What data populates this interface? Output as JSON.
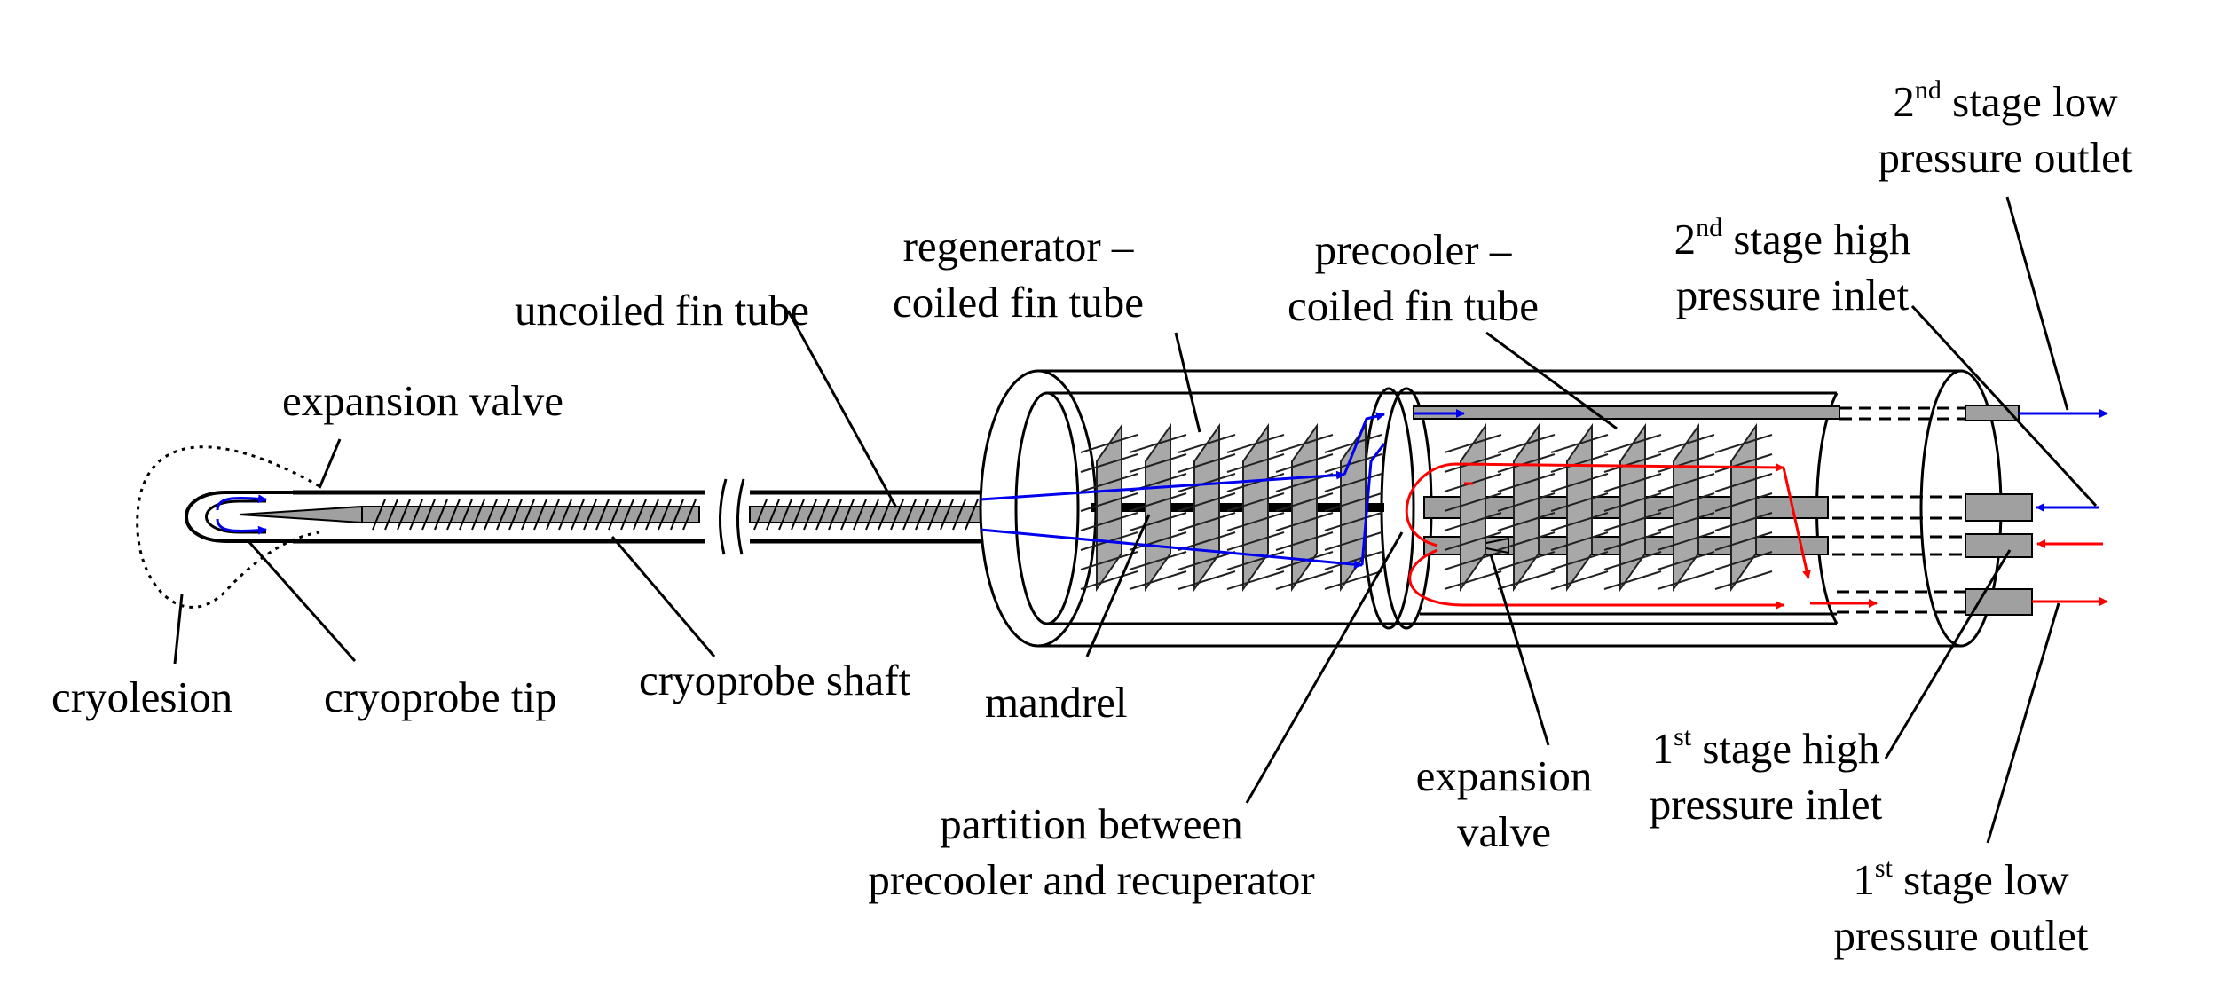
{
  "labels": {
    "second_low": {
      "sup": "nd",
      "pre": "2",
      "post": " stage low",
      "line2": "pressure outlet"
    },
    "second_high": {
      "sup": "nd",
      "pre": "2",
      "post": " stage high",
      "line2": "pressure inlet"
    },
    "regenerator": {
      "line1": "regenerator –",
      "line2": "coiled fin tube"
    },
    "precooler": {
      "line1": "precooler –",
      "line2": "coiled fin tube"
    },
    "uncoiled": "uncoiled fin tube",
    "expansion_valve_tip": "expansion valve",
    "cryolesion": "cryolesion",
    "cryoprobe_tip": "cryoprobe tip",
    "cryoprobe_shaft": "cryoprobe shaft",
    "mandrel": "mandrel",
    "partition": {
      "line1": "partition between",
      "line2": "precooler and recuperator"
    },
    "expansion_valve_main": {
      "line1": "expansion",
      "line2": "valve"
    },
    "first_high": {
      "sup": "st",
      "pre": "1",
      "post": " stage high",
      "line2": "pressure inlet"
    },
    "first_low": {
      "sup": "st",
      "pre": "1",
      "post": " stage low",
      "line2": "pressure outlet"
    }
  },
  "colors": {
    "low_pressure_flow": "#0000ee",
    "high_pressure_flow": "#ff0000",
    "fin": "#9a9a9a",
    "line": "#000000"
  }
}
